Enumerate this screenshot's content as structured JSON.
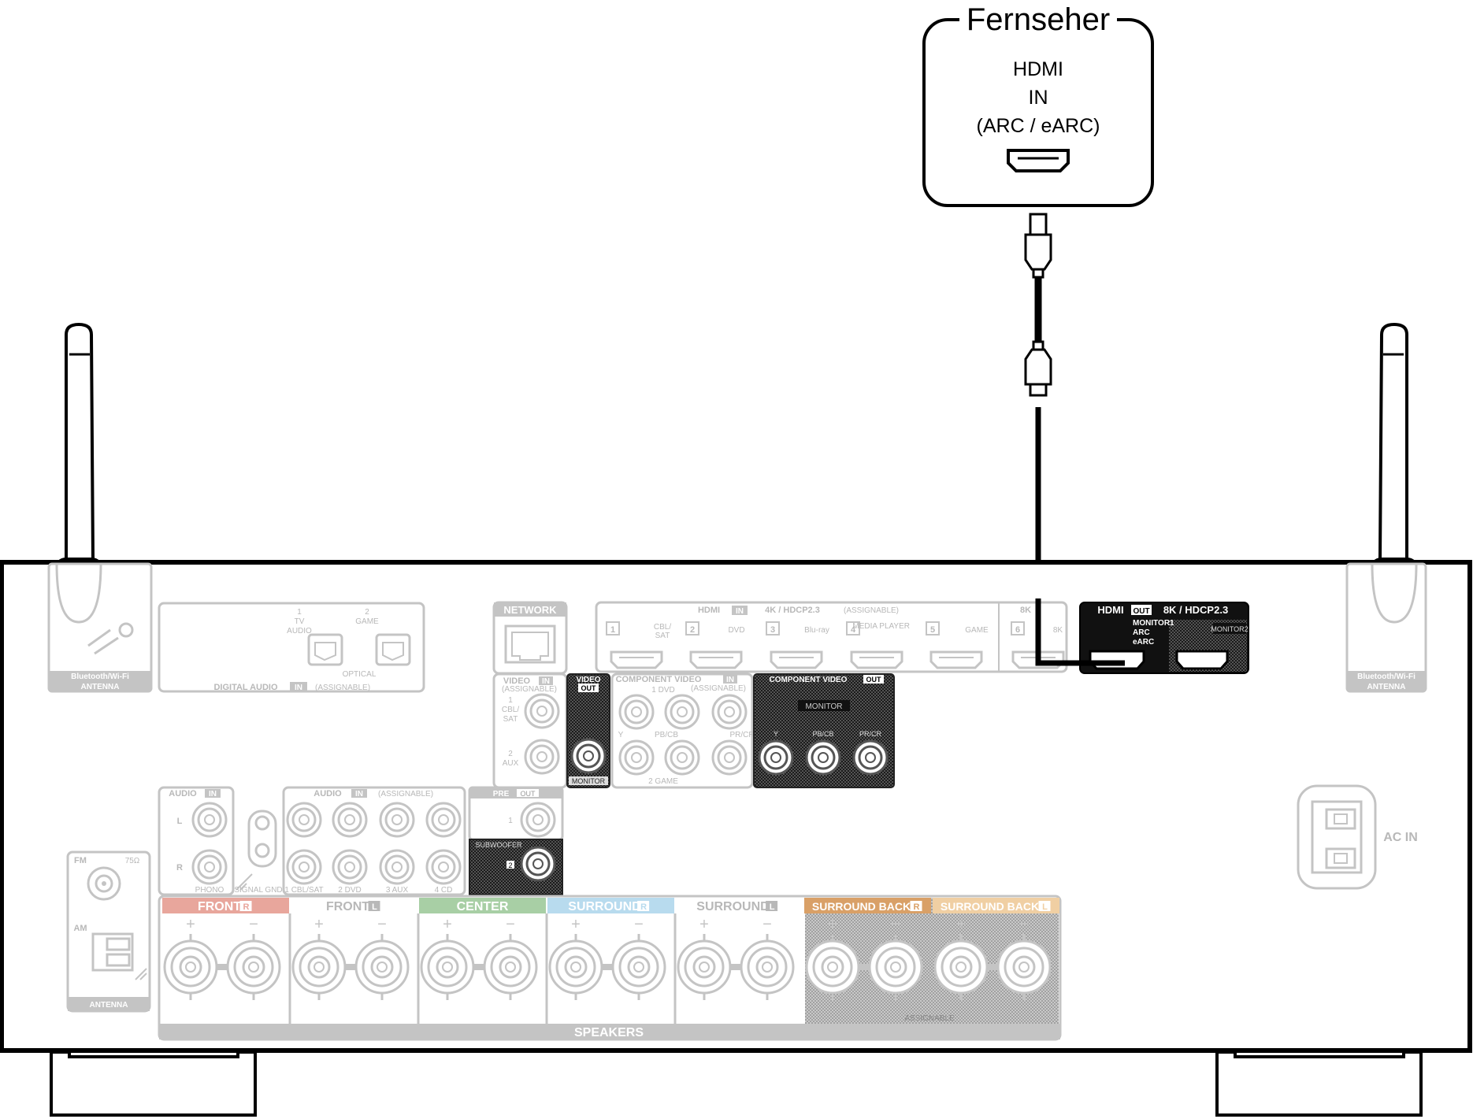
{
  "tv": {
    "title": "Fernseher",
    "line1": "HDMI",
    "line2": "IN",
    "line3": "(ARC / eARC)"
  },
  "receiver": {
    "antenna_label_1": "Bluetooth/Wi-Fi",
    "antenna_label_2": "ANTENNA",
    "digital_audio": {
      "title": "DIGITAL AUDIO",
      "in": "IN",
      "assignable": "(ASSIGNABLE)",
      "optical": "OPTICAL",
      "input1_num": "1",
      "input1_name1": "TV",
      "input1_name2": "AUDIO",
      "input2_num": "2",
      "input2_name": "GAME"
    },
    "network": "NETWORK",
    "hdmi_in": {
      "title": "HDMI",
      "in": "IN",
      "spec": "4K / HDCP2.3",
      "assignable": "(ASSIGNABLE)",
      "spec8k": "8K",
      "inputs": [
        {
          "num": "1",
          "name": ""
        },
        {
          "num": "2",
          "name": "DVD"
        },
        {
          "num": "3",
          "name": "Blu-ray"
        },
        {
          "num": "4",
          "name": "MEDIA PLAYER"
        },
        {
          "num": "5",
          "name": "GAME"
        },
        {
          "num": "6",
          "name": "8K"
        }
      ],
      "cbl1": "CBL/",
      "cbl2": "SAT"
    },
    "hdmi_out": {
      "title": "HDMI",
      "out": "OUT",
      "spec": "8K / HDCP2.3",
      "monitor1": "MONITOR1",
      "arc": "ARC",
      "earc": "eARC",
      "monitor2": "MONITOR2"
    },
    "video_in": {
      "title": "VIDEO",
      "in": "IN",
      "assignable": "(ASSIGNABLE)",
      "in1_num": "1",
      "in1_a": "CBL/",
      "in1_b": "SAT",
      "in2_num": "2",
      "in2_a": "AUX"
    },
    "video_out": {
      "title": "VIDEO",
      "out": "OUT",
      "monitor": "MONITOR"
    },
    "component_in": {
      "title": "COMPONENT VIDEO",
      "in": "IN",
      "in1": "1 DVD",
      "assignable": "(ASSIGNABLE)",
      "y": "Y",
      "pb": "PB/CB",
      "pr": "PR/CR",
      "in2": "2 GAME"
    },
    "component_out": {
      "title": "COMPONENT VIDEO",
      "out": "OUT",
      "monitor": "MONITOR",
      "y": "Y",
      "pb": "PB/CB",
      "pr": "PR/CR"
    },
    "audio_in": {
      "title": "AUDIO",
      "in": "IN",
      "l": "L",
      "r": "R",
      "phono": "PHONO",
      "gnd": "SIGNAL GND"
    },
    "audio_assignable": {
      "title": "AUDIO",
      "in": "IN",
      "assignable": "(ASSIGNABLE)",
      "inputs": [
        "1 CBL/SAT",
        "2 DVD",
        "3 AUX",
        "4 CD"
      ]
    },
    "pre_out": {
      "title": "PRE",
      "out": "OUT",
      "num": "1",
      "sub": "SUBWOOFER",
      "num2": "2"
    },
    "antenna": {
      "fm": "FM",
      "ohm": "75Ω",
      "am": "AM",
      "label": "ANTENNA"
    },
    "ac_in": "AC IN",
    "speakers": {
      "label": "SPEAKERS",
      "assignable": "ASSIGNABLE",
      "groups": [
        {
          "name": "FRONT",
          "side": "R",
          "color": "#e8a69c"
        },
        {
          "name": "FRONT",
          "side": "L",
          "color": "#ffffff"
        },
        {
          "name": "CENTER",
          "side": "",
          "color": "#a8cfa5"
        },
        {
          "name": "SURROUND",
          "side": "R",
          "color": "#b8dbee"
        },
        {
          "name": "SURROUND",
          "side": "L",
          "color": "#ffffff"
        },
        {
          "name": "SURROUND BACK",
          "side": "R",
          "color": "#d9a067"
        },
        {
          "name": "SURROUND BACK",
          "side": "L",
          "color": "#f0cfa3"
        }
      ],
      "plus": "+",
      "minus": "−"
    }
  }
}
